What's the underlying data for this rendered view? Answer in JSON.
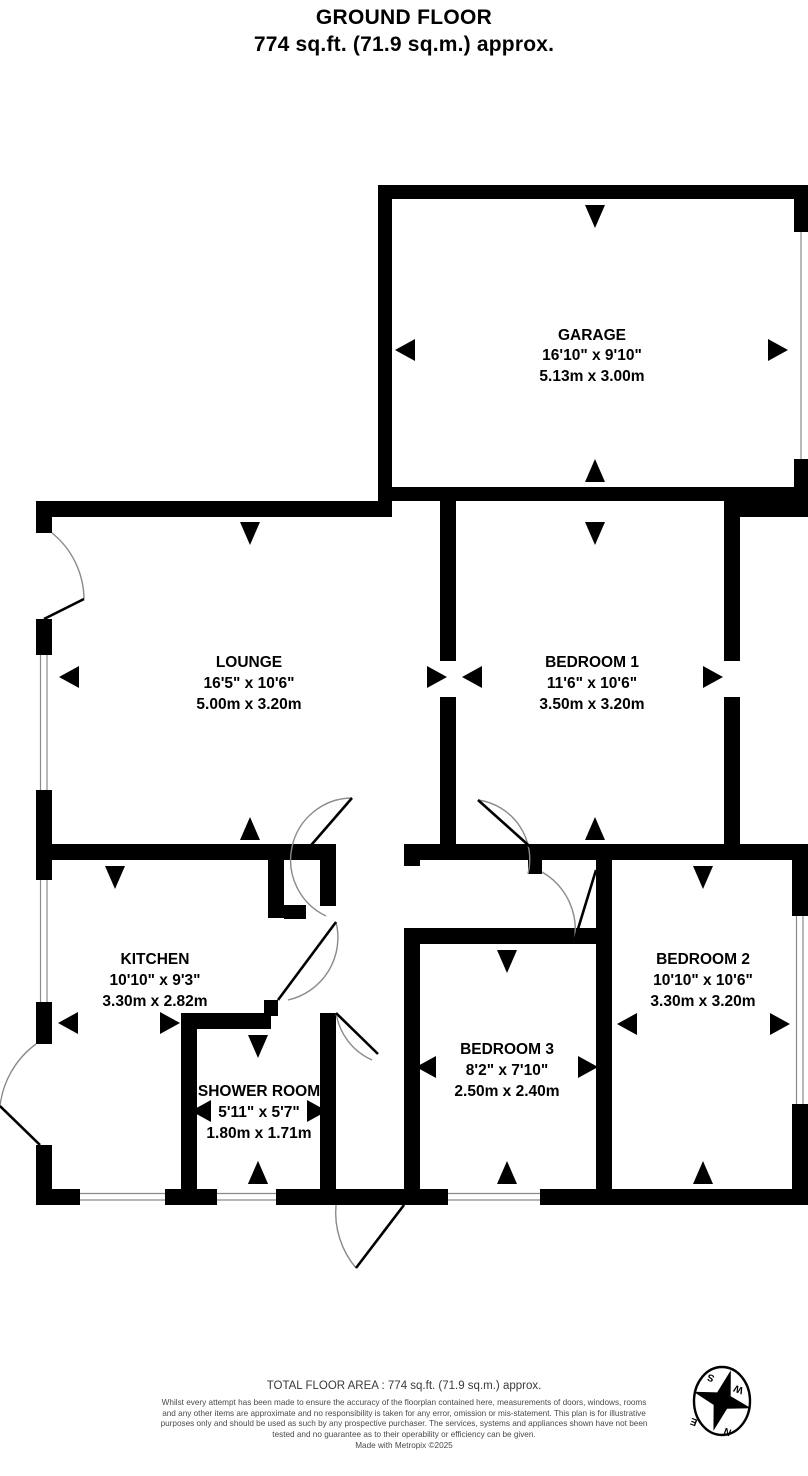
{
  "header": {
    "title": "GROUND FLOOR",
    "subtitle": "774 sq.ft. (71.9 sq.m.) approx."
  },
  "rooms": [
    {
      "id": "garage",
      "name": "GARAGE",
      "dim_imperial": "16'10\"  x 9'10\"",
      "dim_metric": "5.13m  x 3.00m"
    },
    {
      "id": "lounge",
      "name": "LOUNGE",
      "dim_imperial": "16'5\"  x 10'6\"",
      "dim_metric": "5.00m  x 3.20m"
    },
    {
      "id": "bedroom-1",
      "name": "BEDROOM 1",
      "dim_imperial": "11'6\"  x 10'6\"",
      "dim_metric": "3.50m  x 3.20m"
    },
    {
      "id": "kitchen",
      "name": "KITCHEN",
      "dim_imperial": "10'10\"  x 9'3\"",
      "dim_metric": "3.30m  x 2.82m"
    },
    {
      "id": "bedroom-2",
      "name": "BEDROOM 2",
      "dim_imperial": "10'10\"  x 10'6\"",
      "dim_metric": "3.30m  x 3.20m"
    },
    {
      "id": "bedroom-3",
      "name": "BEDROOM 3",
      "dim_imperial": "8'2\"  x 7'10\"",
      "dim_metric": "2.50m  x 2.40m"
    },
    {
      "id": "shower-room",
      "name": "SHOWER ROOM",
      "dim_imperial": "5'11\"  x 5'7\"",
      "dim_metric": "1.80m  x 1.71m"
    }
  ],
  "footer": {
    "total_area": "TOTAL FLOOR AREA : 774 sq.ft. (71.9 sq.m.) approx.",
    "disclaimer": "Whilst every attempt has been made to ensure the accuracy of the floorplan contained here, measurements of doors, windows, rooms and any other items are approximate and no responsibility is taken for any error, omission or mis-statement. This plan is for illustrative purposes only and should be used as such by any prospective purchaser. The services, systems and appliances shown have not been tested and no guarantee as to their operability or efficiency can be given.",
    "made_with": "Made with Metropix ©2025"
  },
  "compass": {
    "north": "N",
    "east": "E",
    "south": "S",
    "west": "W"
  },
  "colors": {
    "wall": "#000000",
    "background": "#ffffff",
    "text": "#000000",
    "footer_text": "#4a4a4a",
    "window_line": "#8a8a8a",
    "door_arc": "#888888"
  }
}
